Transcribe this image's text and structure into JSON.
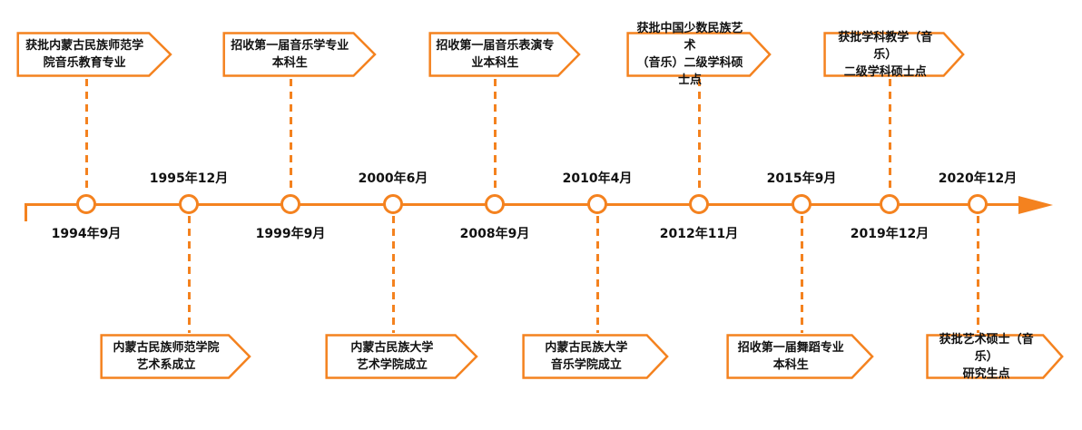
{
  "colors": {
    "accent": "#F4821F",
    "box_fill": "#FFFFFF",
    "text": "#111111"
  },
  "diagram": {
    "type": "timeline",
    "orientation": "horizontal",
    "events": [
      {
        "date": "1994年9月",
        "side": "top",
        "date_side": "below",
        "label": "获批内蒙古民族师范学院音乐教育专业",
        "line1": "获批内蒙古民族师范学",
        "line2": "院音乐教育专业"
      },
      {
        "date": "1995年12月",
        "side": "bottom",
        "date_side": "above",
        "label": "内蒙古民族师范学院艺术系成立",
        "line1": "内蒙古民族师范学院",
        "line2": "艺术系成立"
      },
      {
        "date": "1999年9月",
        "side": "top",
        "date_side": "below",
        "label": "招收第一届音乐学专业本科生",
        "line1": "招收第一届音乐学专业",
        "line2": "本科生"
      },
      {
        "date": "2000年6月",
        "side": "bottom",
        "date_side": "above",
        "label": "内蒙古民族大学艺术学院成立",
        "line1": "内蒙古民族大学",
        "line2": "艺术学院成立"
      },
      {
        "date": "2008年9月",
        "side": "top",
        "date_side": "below",
        "label": "招收第一届音乐表演专业本科生",
        "line1": "招收第一届音乐表演专",
        "line2": "业本科生"
      },
      {
        "date": "2010年4月",
        "side": "bottom",
        "date_side": "above",
        "label": "内蒙古民族大学音乐学院成立",
        "line1": "内蒙古民族大学",
        "line2": "音乐学院成立"
      },
      {
        "date": "2012年11月",
        "side": "top",
        "date_side": "below",
        "label": "获批中国少数民族艺术（音乐）二级学科硕士点",
        "line1": "获批中国少数民族艺术",
        "line2": "（音乐）二级学科硕士点"
      },
      {
        "date": "2015年9月",
        "side": "bottom",
        "date_side": "above",
        "label": "招收第一届舞蹈专业本科生",
        "line1": "招收第一届舞蹈专业",
        "line2": "本科生"
      },
      {
        "date": "2019年12月",
        "side": "top",
        "date_side": "below",
        "label": "获批学科教学（音乐）二级学科硕士点",
        "line1": "获批学科教学（音乐）",
        "line2": "二级学科硕士点"
      },
      {
        "date": "2020年12月",
        "side": "bottom",
        "date_side": "above",
        "label": "获批艺术硕士（音乐）研究生点",
        "line1": "获批艺术硕士（音乐）",
        "line2": "研究生点"
      }
    ]
  }
}
